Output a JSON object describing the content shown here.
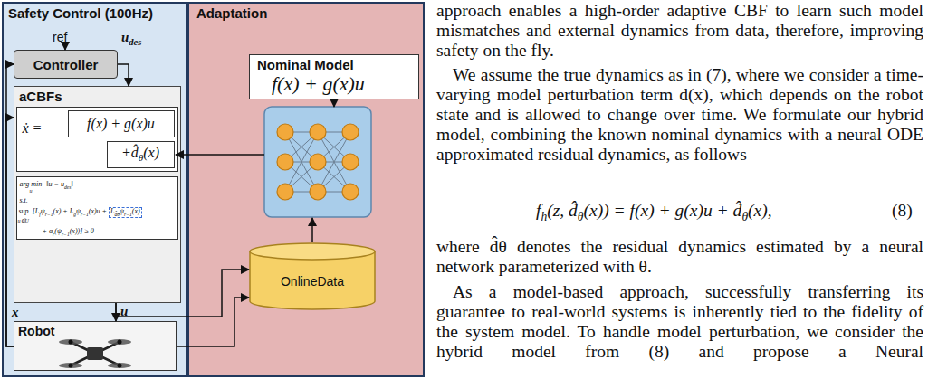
{
  "diagram": {
    "nodes": [
      {
        "text": [
          "Safety Control (100Hz)"
        ]
      },
      {
        "text": [
          "Controller"
        ],
        "in": 0
      },
      {
        "text": [
          "aCBFs"
        ],
        "in": 0
      },
      {
        "text": [
          "ẋ ="
        ],
        "in": 2
      },
      {
        "text": [
          "f(x) + g(x)u"
        ],
        "in": 3
      },
      {
        "text": [
          "+d̂",
          "θ",
          "(x)"
        ],
        "in": 3
      },
      {
        "text": [
          "arg min",
          "u",
          "‖u − u",
          "des",
          "‖",
          "s.t.",
          "sup",
          "u∈U",
          "[L",
          "f",
          "ψ",
          "r−1",
          "(x) + L",
          "g",
          "ψ",
          "r−1",
          "(x)u +",
          "L",
          "d̂θ",
          "ψ",
          "r−1",
          "(x)",
          "+ α",
          "r",
          "(ψ",
          "r−1",
          "(x))] ≥ 0"
        ],
        "in": 2
      },
      {
        "text": [
          "Robot"
        ],
        "in": 0
      },
      {
        "text": [
          "Adaptation"
        ]
      },
      {
        "text": [
          "Nominal Model",
          "f(x) + g(x)u"
        ],
        "in": 8
      },
      {
        "text": [
          "OnlineData"
        ],
        "in": 8
      }
    ],
    "edges": [
      {
        "from": 1,
        "to": 2,
        "arrow": "to"
      },
      {
        "from": 2,
        "to": 7,
        "arrow": "to",
        "label": "u"
      },
      {
        "from": 2,
        "to": 10,
        "arrow": "to"
      },
      {
        "from": 7,
        "to": 1,
        "arrow": "to",
        "label": "x"
      },
      {
        "from": 7,
        "to": 2,
        "arrow": "to"
      },
      {
        "from": 7,
        "to": 10,
        "arrow": "to"
      }
    ],
    "labels": [
      "ref",
      "u",
      "des",
      "approach enables a high-order adaptive CBF to learn such model mismatches and external dynamics from data, therefore, improving safety on the fly.",
      "We assume the true dynamics as in (7), where we consider a time-varying model perturbation term d(x), which depends on the robot state and is allowed to change over time. We formulate our hybrid model, combining the known nominal dynamics with a neural ODE approximated residual dynamics, as follows",
      "f",
      "h",
      "(z, d̂",
      "θ",
      "(x)) = f(x) + g(x)u + d̂",
      "θ",
      "(x),",
      "(8)",
      "where d̂θ denotes the residual dynamics estimated by a neural network parameterized with θ.",
      "As a model-based approach, successfully transferring its guarantee to real-world systems is inherently tied to the fidelity of the system model. To handle model perturbation, we consider the hybrid model from (8) and propose a Neural"
    ]
  }
}
